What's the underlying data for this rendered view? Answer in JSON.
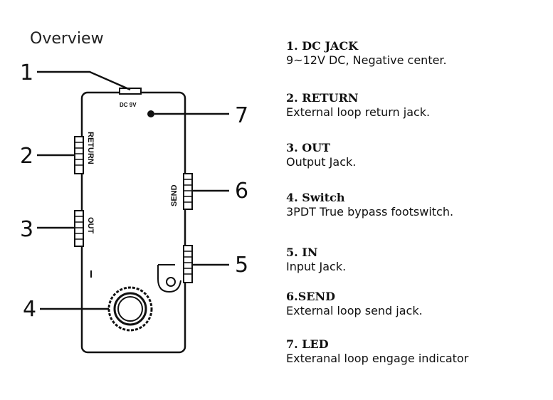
{
  "title": "Overview",
  "device_labels": {
    "dc": "DC 9V",
    "return": "RETURN",
    "out": "OUT",
    "send": "SEND"
  },
  "callouts": [
    "1",
    "2",
    "3",
    "4",
    "5",
    "6",
    "7"
  ],
  "legend": [
    {
      "num": "1.",
      "name": "DC JACK",
      "desc": "9~12V DC,  Negative center."
    },
    {
      "num": "2.",
      "name": "RETURN",
      "desc": "External loop return jack."
    },
    {
      "num": "3.",
      "name": "OUT",
      "desc": "Output Jack."
    },
    {
      "num": "4.",
      "name": "Switch",
      "desc": "3PDT True bypass footswitch."
    },
    {
      "num": "5.",
      "name": "IN",
      "desc": "Input Jack."
    },
    {
      "num": "6.",
      "name": "SEND",
      "desc": "External loop send jack."
    },
    {
      "num": "7.",
      "name": "LED",
      "desc": "Exteranal loop engage indicator"
    }
  ]
}
